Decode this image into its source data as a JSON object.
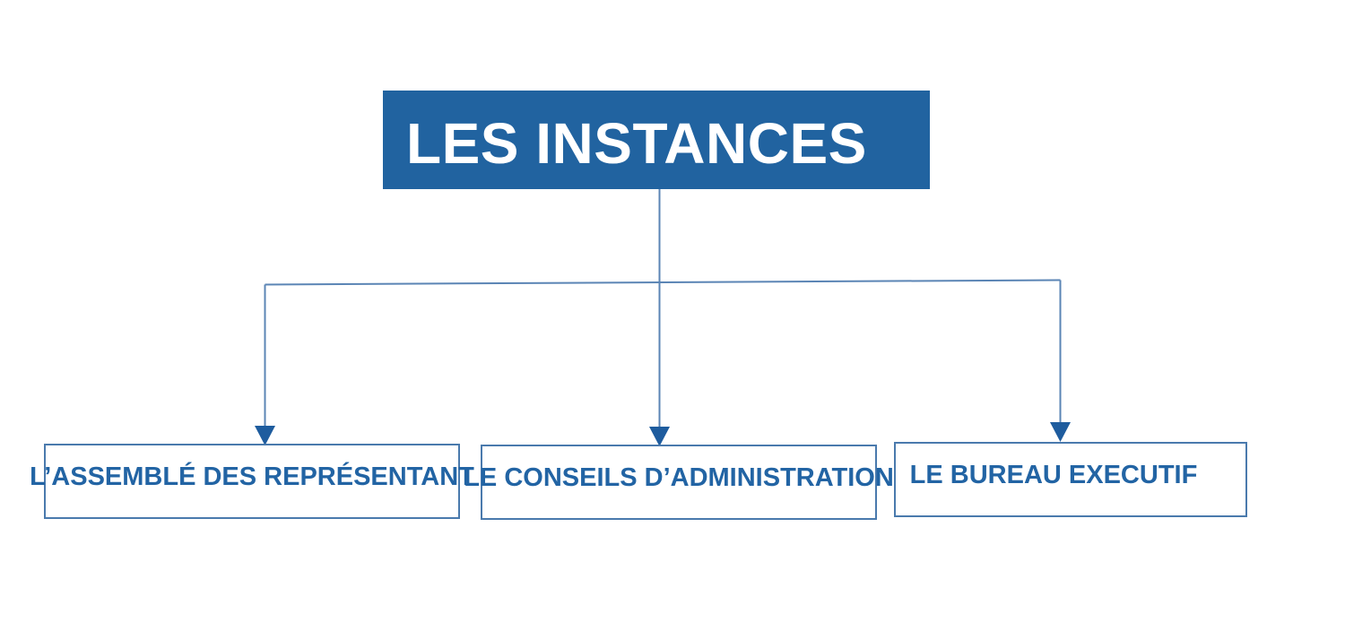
{
  "diagram": {
    "type": "org-chart",
    "title": {
      "label": "LES INSTANCES"
    },
    "nodes": [
      {
        "id": "assemblee",
        "label": "L’ASSEMBLÉ DES REPRÉSENTANT"
      },
      {
        "id": "conseils",
        "label": "LE CONSEILS D’ADMINISTRATION"
      },
      {
        "id": "bureau",
        "label": "LE BUREAU EXECUTIF"
      }
    ],
    "edges": [
      {
        "from": "LES INSTANCES",
        "to": "L’ASSEMBLÉ DES REPRÉSENTANT"
      },
      {
        "from": "LES INSTANCES",
        "to": "LE CONSEILS D’ADMINISTRATION"
      },
      {
        "from": "LES INSTANCES",
        "to": "LE BUREAU EXECUTIF"
      }
    ],
    "colors": {
      "header_bg": "#2163a0",
      "node_border": "#4a7aad",
      "node_text": "#2264a4",
      "connector": "#5b85b5",
      "arrow": "#1e5c9e",
      "background": "#ffffff"
    }
  }
}
